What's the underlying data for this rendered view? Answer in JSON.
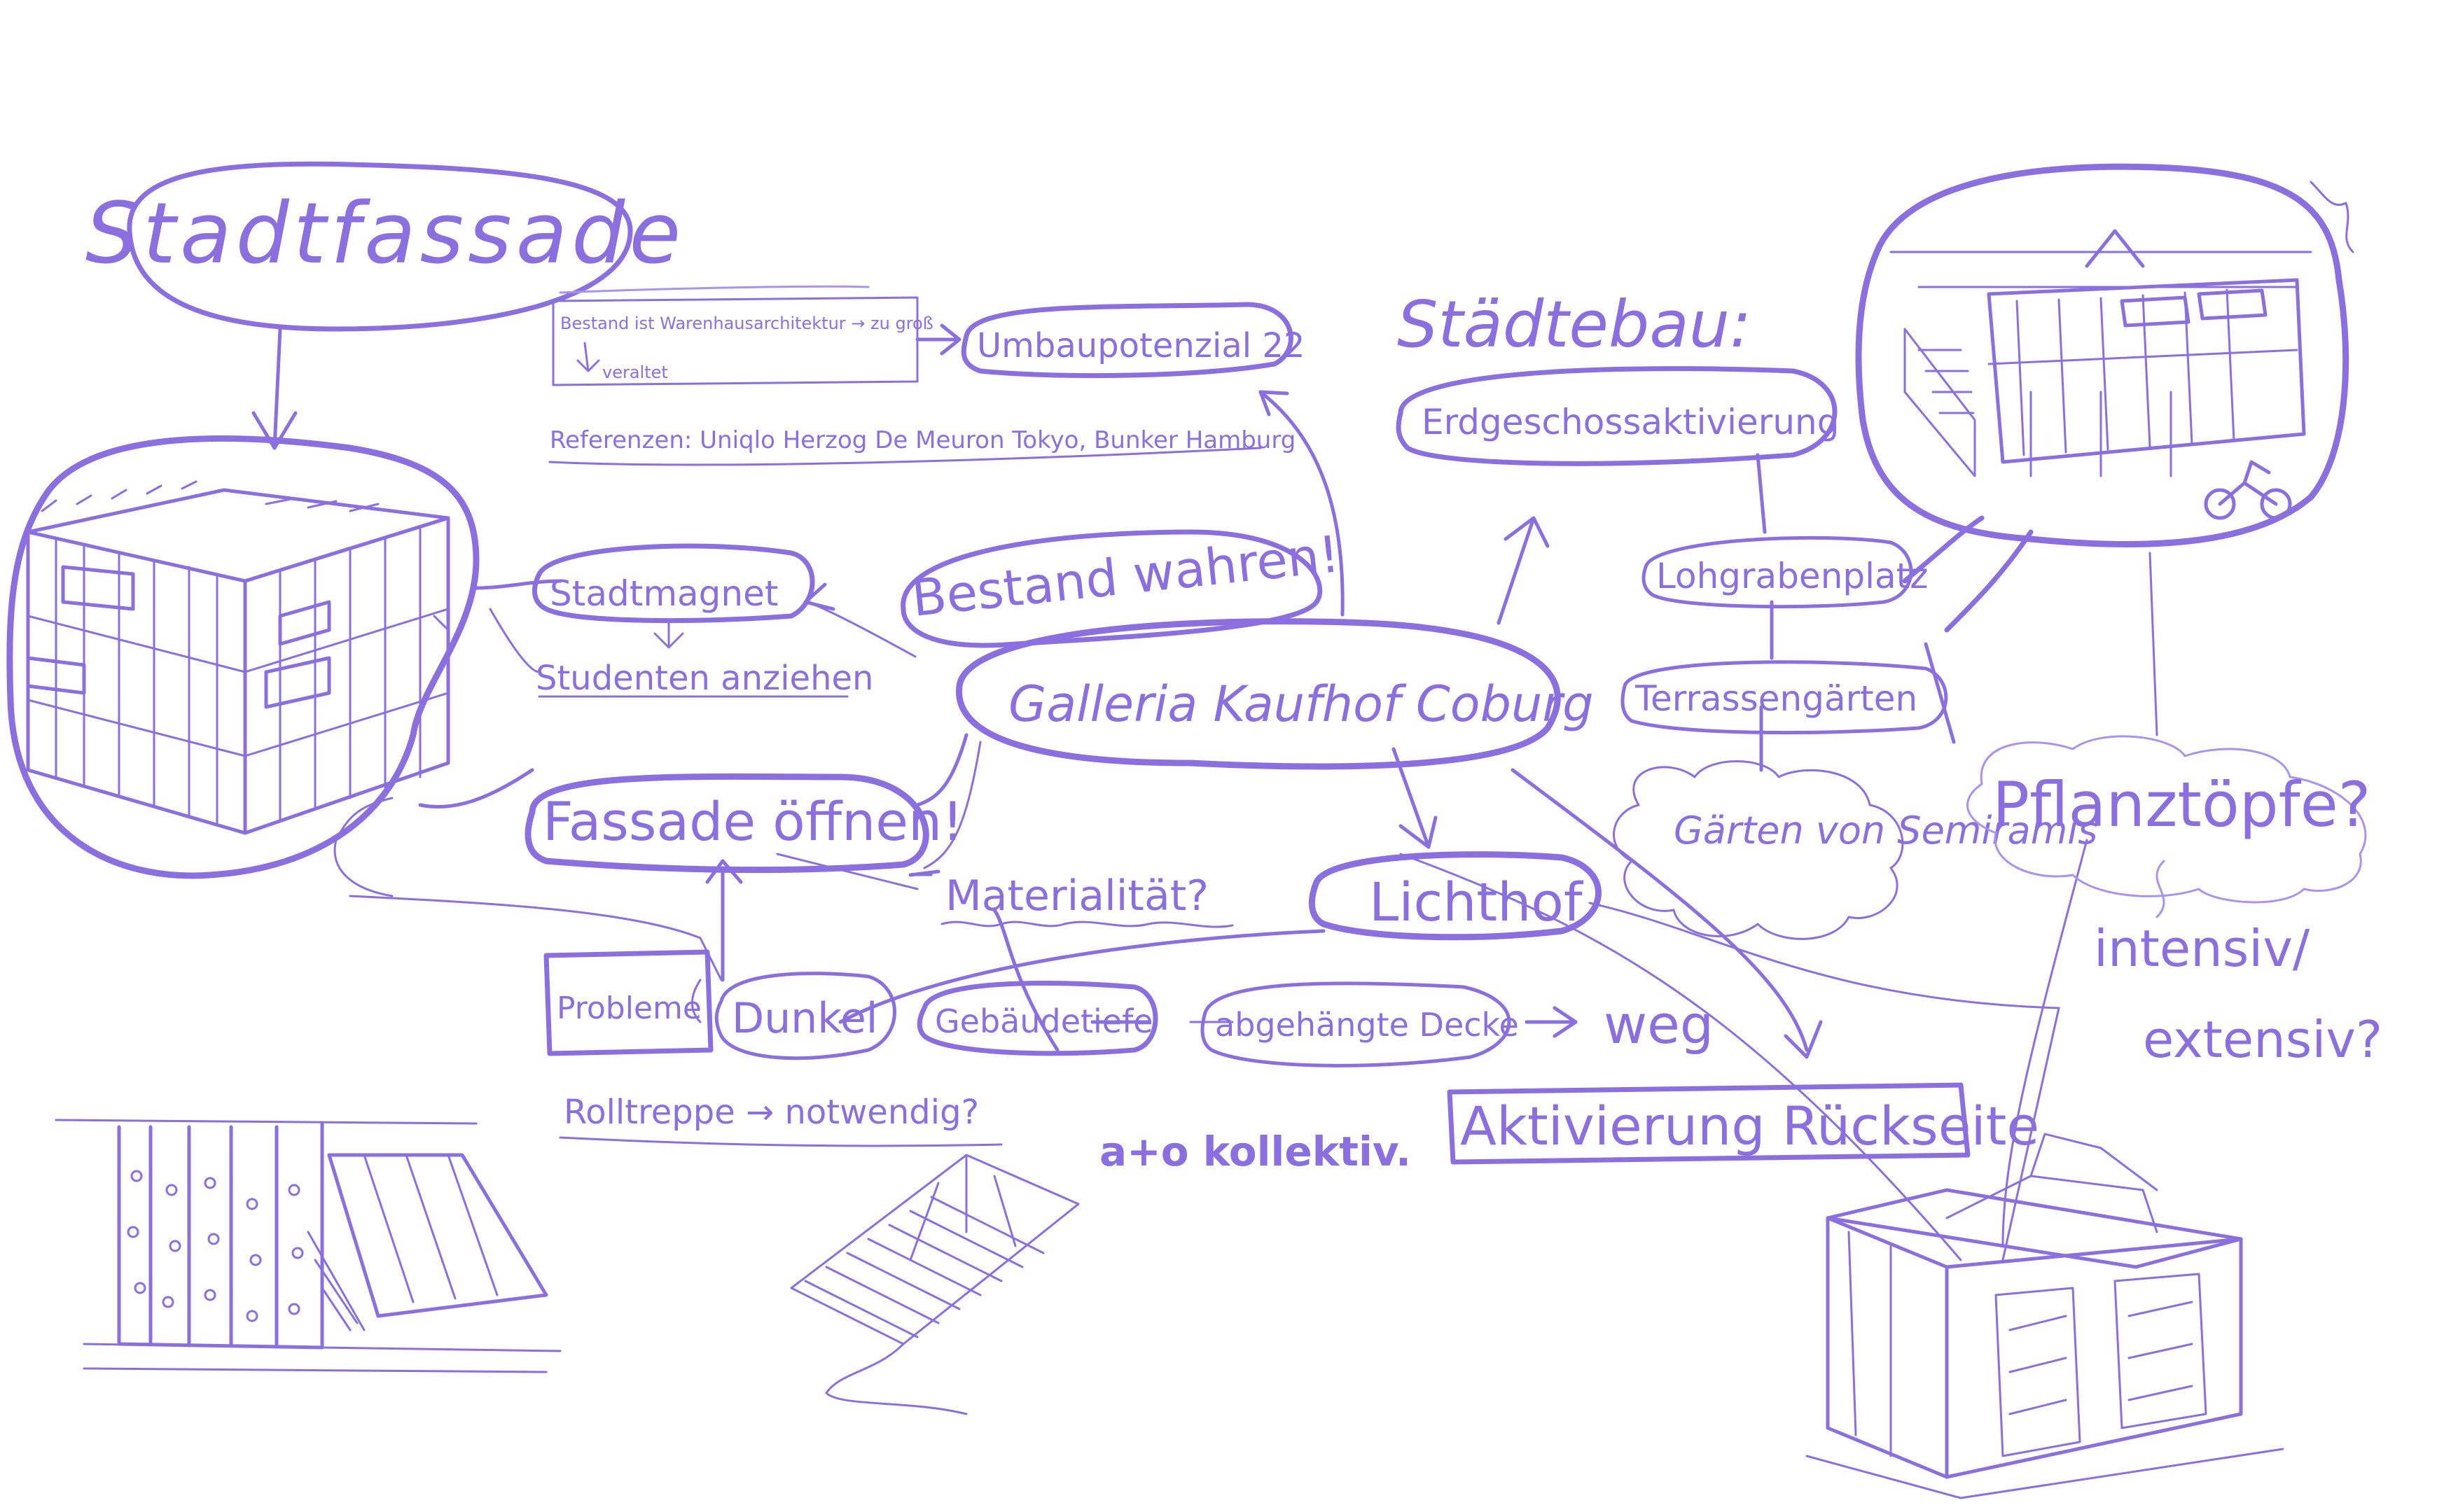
{
  "nodes": {
    "stadtfassade": "Stadtfassade",
    "bestand_note": "Bestand ist Warenhausarchitektur → zu groß",
    "veraltet": "veraltet",
    "umbaupotenzial": "Umbaupotenzial 22",
    "referenzen": "Referenzen: Uniqlo Herzog De Meuron Tokyo, Bunker Hamburg",
    "stadtmagnet": "Stadtmagnet",
    "studenten": "Studenten anziehen",
    "bestand_wahren": "Bestand wahren!",
    "galleria": "Galleria Kaufhof Coburg",
    "fassade_oeffnen": "Fassade öffnen!",
    "materialitaet": "Materialität?",
    "probleme": "Probleme",
    "dunkel": "Dunkel",
    "gebaeudetiefe": "Gebäudetiefe",
    "abgehaengte_decke": "abgehängte Decke",
    "weg": "weg",
    "lichthof": "Lichthof",
    "rolltreppe": "Rolltreppe → notwendig?",
    "kollektiv": "a+o kollektiv.",
    "staedtebau": "Städtebau:",
    "erdgeschoss": "Erdgeschossaktivierung",
    "lohgraben": "Lohgrabenplatz",
    "terrassen": "Terrassengärten",
    "gaerten": "Gärten von Semiramis",
    "pflanztoepfe": "Pflanztöpfe?",
    "intensiv": "intensiv/",
    "extensiv": "extensiv?",
    "aktivierung": "Aktivierung Rückseite"
  },
  "icons": [
    "building-cube-sketch",
    "facade-elevation-sketch",
    "escalator-sketch",
    "courtyard-perspective-sketch",
    "roof-garden-sketch",
    "bicycle-sketch"
  ],
  "colors": {
    "ink": "#8b6fe0",
    "background": "#ffffff"
  }
}
